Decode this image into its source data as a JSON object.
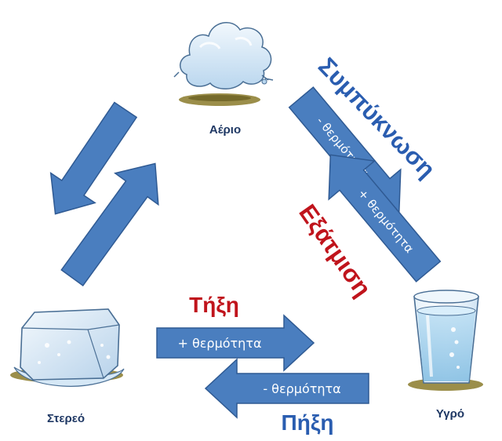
{
  "states": {
    "gas": "Αέριο",
    "solid": "Στερεό",
    "liquid": "Υγρό"
  },
  "processes": {
    "condensation": {
      "title": "Συμπύκνωση",
      "arrow_text": "- θερμότητα"
    },
    "evaporation": {
      "title": "Εξάτμιση",
      "arrow_text": "+ θερμότητα"
    },
    "melting": {
      "title": "Τήξη",
      "arrow_text": "+ θερμότητα"
    },
    "freezing": {
      "title": "Πήξη",
      "arrow_text": "- θερμότητα"
    }
  },
  "colors": {
    "arrow_fill": "#4a7ebf",
    "arrow_stroke": "#2f5a93",
    "state_label": "#1f3864",
    "blue_title": "#2a5db0",
    "red_title": "#c0141c",
    "ice": "#d8e8f5",
    "water": "#cfe6f5",
    "ground": "#8a7a2a"
  }
}
